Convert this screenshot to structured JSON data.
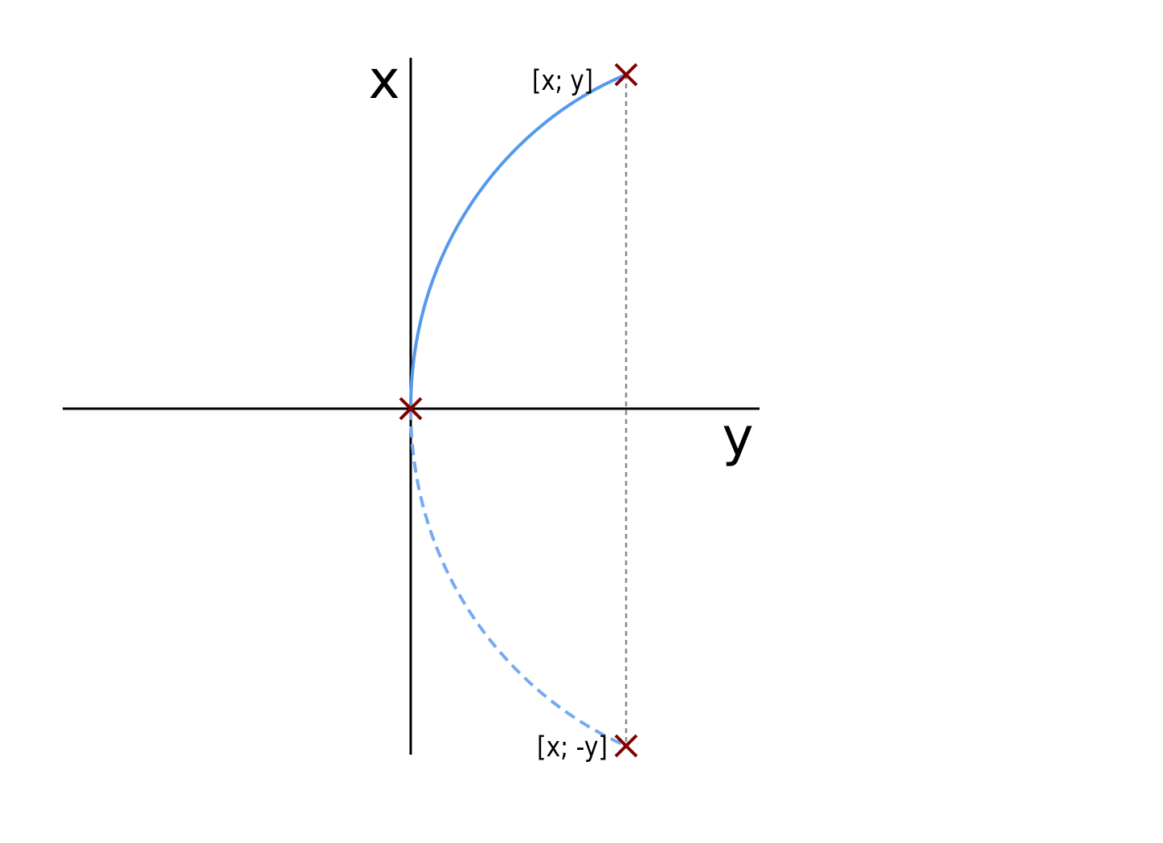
{
  "diagram": {
    "axis_titles": {
      "vertical": "x",
      "horizontal": "y"
    },
    "points": [
      {
        "id": "upper",
        "label": "[x; y]"
      },
      {
        "id": "origin",
        "label": ""
      },
      {
        "id": "lower",
        "label": "[x; -y]"
      }
    ],
    "curves": {
      "upper_branch": {
        "style": "solid"
      },
      "lower_branch": {
        "style": "dashed"
      }
    },
    "colors": {
      "axis": "#000000",
      "curve_upper": "#5599ee",
      "curve_lower": "#77aaf0",
      "marker": "#800000",
      "guide_line": "#888888"
    }
  }
}
